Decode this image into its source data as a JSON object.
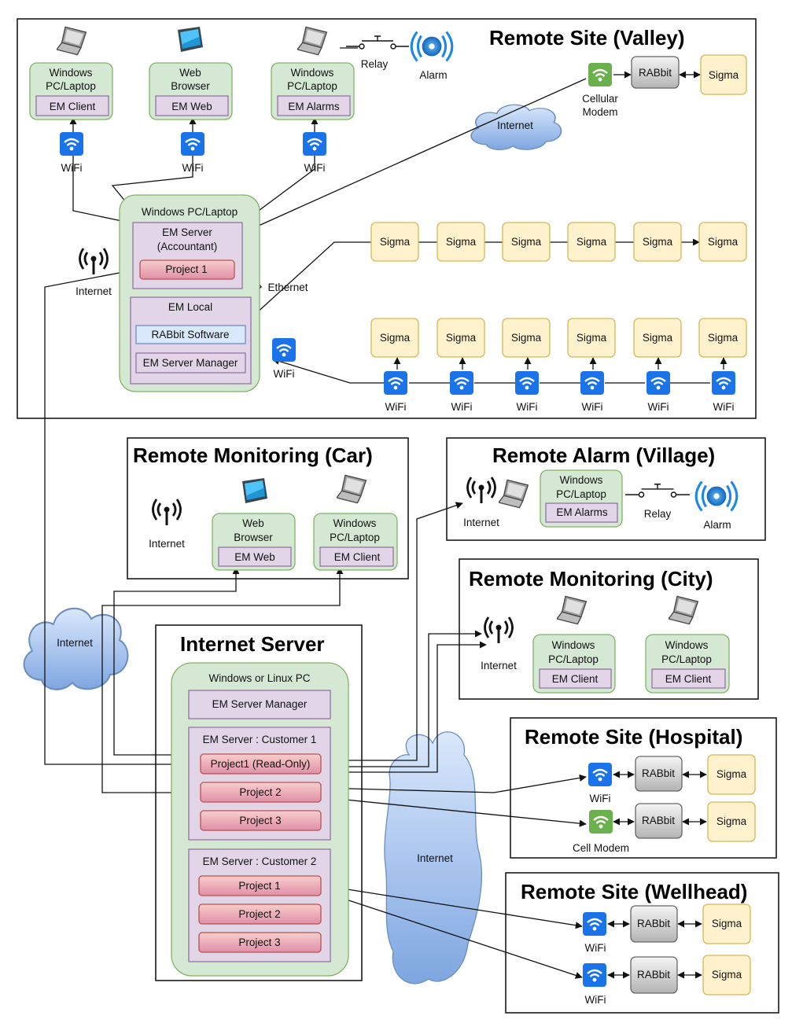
{
  "regions": {
    "valley": "Remote Site (Valley)",
    "car": "Remote Monitoring (Car)",
    "village": "Remote Alarm (Village)",
    "city": "Remote Monitoring (City)",
    "server": "Internet Server",
    "hospital": "Remote Site (Hospital)",
    "wellhead": "Remote Site (Wellhead)"
  },
  "valley": {
    "pc1": {
      "title1": "Windows",
      "title2": "PC/Laptop",
      "app": "EM Client"
    },
    "web": {
      "title1": "Web",
      "title2": "Browser",
      "app": "EM Web"
    },
    "pc2": {
      "title1": "Windows",
      "title2": "PC/Laptop",
      "app": "EM Alarms"
    },
    "relay": "Relay",
    "alarm": "Alarm",
    "wifi": "WiFi",
    "cellular1": "Cellular",
    "cellular2": "Modem",
    "rabbit": "RABbit",
    "sigma": "Sigma",
    "internet": "Internet",
    "server_pc": "Windows PC/Laptop",
    "em_server1": "EM Server",
    "em_server2": "(Accountant)",
    "project1": "Project 1",
    "ethernet": "Ethernet",
    "em_local": "EM Local",
    "rabbit_sw": "RABbit Software",
    "em_server_manager": "EM Server Manager"
  },
  "car": {
    "internet": "Internet",
    "web": {
      "title1": "Web",
      "title2": "Browser",
      "app": "EM Web"
    },
    "pc": {
      "title1": "Windows",
      "title2": "PC/Laptop",
      "app": "EM Client"
    }
  },
  "village": {
    "internet": "Internet",
    "pc": {
      "title1": "Windows",
      "title2": "PC/Laptop",
      "app": "EM Alarms"
    },
    "relay": "Relay",
    "alarm": "Alarm"
  },
  "city": {
    "internet": "Internet",
    "pc1": {
      "title1": "Windows",
      "title2": "PC/Laptop",
      "app": "EM Client"
    },
    "pc2": {
      "title1": "Windows",
      "title2": "PC/Laptop",
      "app": "EM Client"
    }
  },
  "server": {
    "host": "Windows or Linux PC",
    "manager": "EM Server Manager",
    "customer1": "EM Server : Customer 1",
    "c1_projects": [
      "Project1 (Read-Only)",
      "Project 2",
      "Project 3"
    ],
    "customer2": "EM Server : Customer 2",
    "c2_projects": [
      "Project 1",
      "Project 2",
      "Project 3"
    ]
  },
  "clouds": {
    "left": "Internet",
    "middle": "Internet"
  },
  "hospital": {
    "wifi": "WiFi",
    "cell": "Cell Modem",
    "rabbit": "RABbit",
    "sigma": "Sigma"
  },
  "wellhead": {
    "wifi": "WiFi",
    "rabbit": "RABbit",
    "sigma": "Sigma"
  },
  "colors": {
    "green_fill": "#d5e8d4",
    "purple_fill": "#e1d5e7",
    "yellow_fill": "#fff2cc",
    "blue_fill": "#dae8fc",
    "pink_fill": "#f8cecc",
    "wifi_blue": "#1a73e8",
    "cell_green": "#6ab04c"
  }
}
